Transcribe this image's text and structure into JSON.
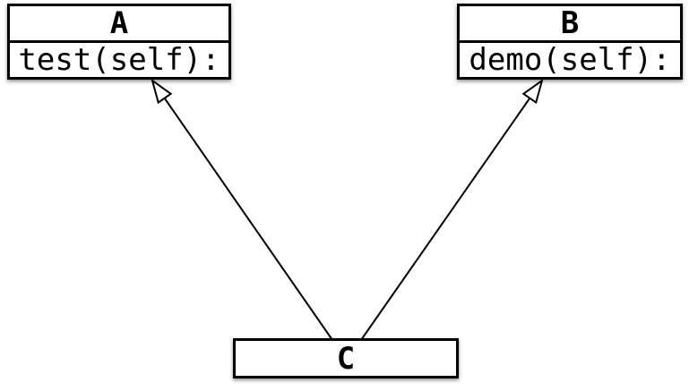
{
  "diagram": {
    "kind": "uml-class-diagram",
    "background_color": "#ffffff",
    "stroke_color": "#000000",
    "box_fill_color": "#ffffff",
    "classes": [
      {
        "name": "A",
        "method": "test(self):"
      },
      {
        "name": "B",
        "method": "demo(self):"
      },
      {
        "name": "C"
      }
    ],
    "relations": [
      {
        "from": "C",
        "to": "A",
        "type": "inheritance",
        "arrowhead": "hollow-triangle"
      },
      {
        "from": "C",
        "to": "B",
        "type": "inheritance",
        "arrowhead": "hollow-triangle"
      }
    ]
  }
}
